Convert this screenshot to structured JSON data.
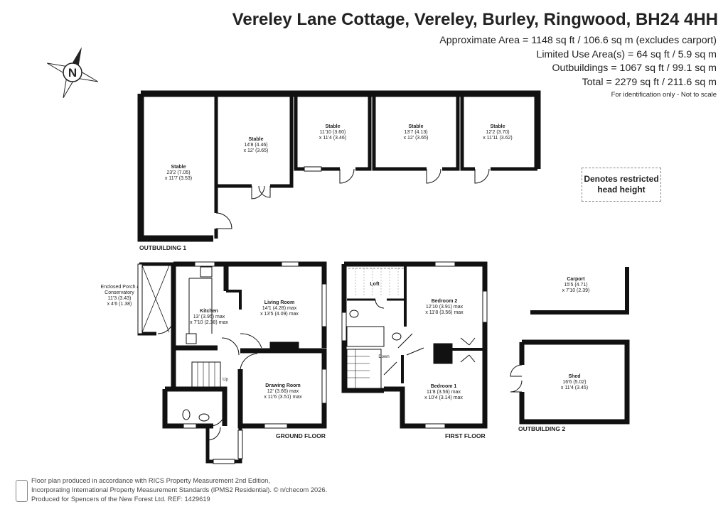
{
  "header": {
    "address": "Vereley Lane Cottage, Vereley, Burley, Ringwood, BH24 4HH",
    "approx_area": "Approximate Area = 1148 sq ft / 106.6 sq m (excludes carport)",
    "limited_use": "Limited Use Area(s) = 64 sq ft / 5.9 sq m",
    "outbuildings": "Outbuildings = 1067 sq ft / 99.1 sq m",
    "total": "Total = 2279 sq ft / 211.6 sq m",
    "note": "For identification only - Not to scale"
  },
  "compass": {
    "letter": "N"
  },
  "legend": {
    "line1": "Denotes restricted",
    "line2": "head height"
  },
  "outbuilding1": {
    "label": "OUTBUILDING 1",
    "stables": [
      {
        "name": "Stable",
        "dim1": "23'2 (7.05)",
        "dim2": "x 11'7 (3.53)"
      },
      {
        "name": "Stable",
        "dim1": "14'8 (4.46)",
        "dim2": "x 12' (3.65)"
      },
      {
        "name": "Stable",
        "dim1": "11'10 (3.60)",
        "dim2": "x 11'4 (3.46)"
      },
      {
        "name": "Stable",
        "dim1": "13'7 (4.13)",
        "dim2": "x 12' (3.65)"
      },
      {
        "name": "Stable",
        "dim1": "12'2 (3.70)",
        "dim2": "x 11'11 (3.62)"
      }
    ]
  },
  "ground_floor": {
    "label": "GROUND FLOOR",
    "porch": {
      "line1": "Enclosed Porch /",
      "line2": "Conservatory",
      "dim1": "11'3 (3.43)",
      "dim2": "x 4'6 (1.38)"
    },
    "kitchen": {
      "name": "Kitchen",
      "dim1": "13' (3.95) max",
      "dim2": "x 7'10 (2.38) max"
    },
    "living": {
      "name": "Living Room",
      "dim1": "14'1 (4.28) max",
      "dim2": "x 13'5 (4.09) max"
    },
    "drawing": {
      "name": "Drawing Room",
      "dim1": "12' (3.66) max",
      "dim2": "x 11'6 (3.51) max"
    },
    "stairs_label": "Up"
  },
  "first_floor": {
    "label": "FIRST FLOOR",
    "loft": "Loft",
    "stairs_label": "Down",
    "bedroom2": {
      "name": "Bedroom 2",
      "dim1": "12'10 (3.91) max",
      "dim2": "x 11'8 (3.56) max"
    },
    "bedroom1": {
      "name": "Bedroom 1",
      "dim1": "11'8 (3.56) max",
      "dim2": "x 10'4 (3.14) max"
    }
  },
  "carport": {
    "name": "Carport",
    "dim1": "15'5 (4.71)",
    "dim2": "x 7'10 (2.39)"
  },
  "outbuilding2": {
    "label": "OUTBUILDING 2",
    "shed": {
      "name": "Shed",
      "dim1": "16'6 (5.02)",
      "dim2": "x 11'4 (3.45)"
    }
  },
  "footer": {
    "line1": "Floor plan produced in accordance with RICS Property Measurement 2nd Edition,",
    "line2": "Incorporating International Property Measurement Standards (IPMS2 Residential).",
    "copyright": "© n/checom 2026.",
    "line3": "Produced for Spencers of the New Forest Ltd.",
    "ref": "REF:  1429619"
  }
}
